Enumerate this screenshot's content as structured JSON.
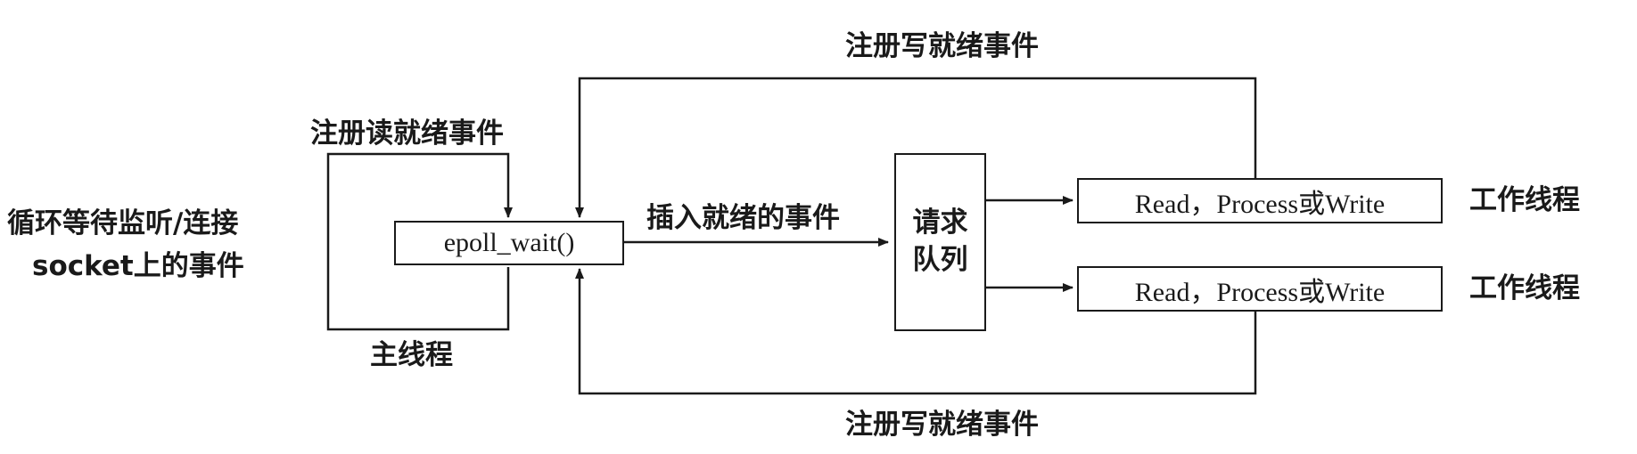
{
  "diagram": {
    "left_label": {
      "line1": "循环等待监听/连接",
      "line2": "socket上的事件"
    },
    "loop_top_label": "注册读就绪事件",
    "loop_bottom_label": "主线程",
    "epoll_box": "epoll_wait()",
    "insert_label": "插入就绪的事件",
    "queue_box": {
      "line1": "请求",
      "line2": "队列"
    },
    "top_feedback_label": "注册写就绪事件",
    "bottom_feedback_label": "注册写就绪事件",
    "worker_boxes": [
      "Read，Process或Write",
      "Read，Process或Write"
    ],
    "worker_labels": [
      "工作线程",
      "工作线程"
    ]
  }
}
